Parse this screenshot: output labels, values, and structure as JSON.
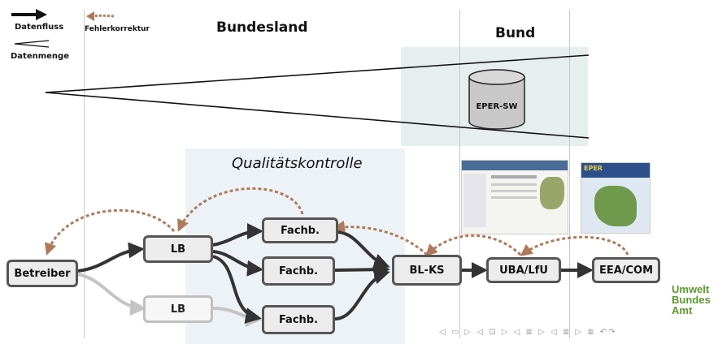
{
  "legend": {
    "datenfluss": "Datenfluss",
    "datenmenge": "Datenmenge",
    "fehlerkorrektur": "Fehlerkorrektur"
  },
  "headings": {
    "bundesland": "Bundesland",
    "bund": "Bund",
    "qualitaetskontrolle": "Qualitätskontrolle"
  },
  "database": {
    "label": "EPER-SW"
  },
  "nodes": {
    "betreiber": "Betreiber",
    "lb_top": "LB",
    "lb_bottom": "LB",
    "fachb_top": "Fachb.",
    "fachb_middle": "Fachb.",
    "fachb_bottom": "Fachb.",
    "bl_ks": "BL-KS",
    "uba_lfu": "UBA/LfU",
    "eea_com": "EEA/COM"
  },
  "thumbnails": {
    "eper_site_title": "EPER"
  },
  "logo": {
    "line1": "Umwelt",
    "line2": "Bundes",
    "line3": "Amt"
  },
  "nav": {
    "symbols": "◁ ▭ ▷ ◁ ⊡ ▷ ◁ ≣ ▷ ◁ ≣ ▷  ≣  ↶↷"
  },
  "colors": {
    "flow": "#333333",
    "flow_faded": "#c4c4c4",
    "correction": "#b07a5a",
    "panel_bund": "#e6eeee",
    "panel_qk": "#edf2f7"
  }
}
